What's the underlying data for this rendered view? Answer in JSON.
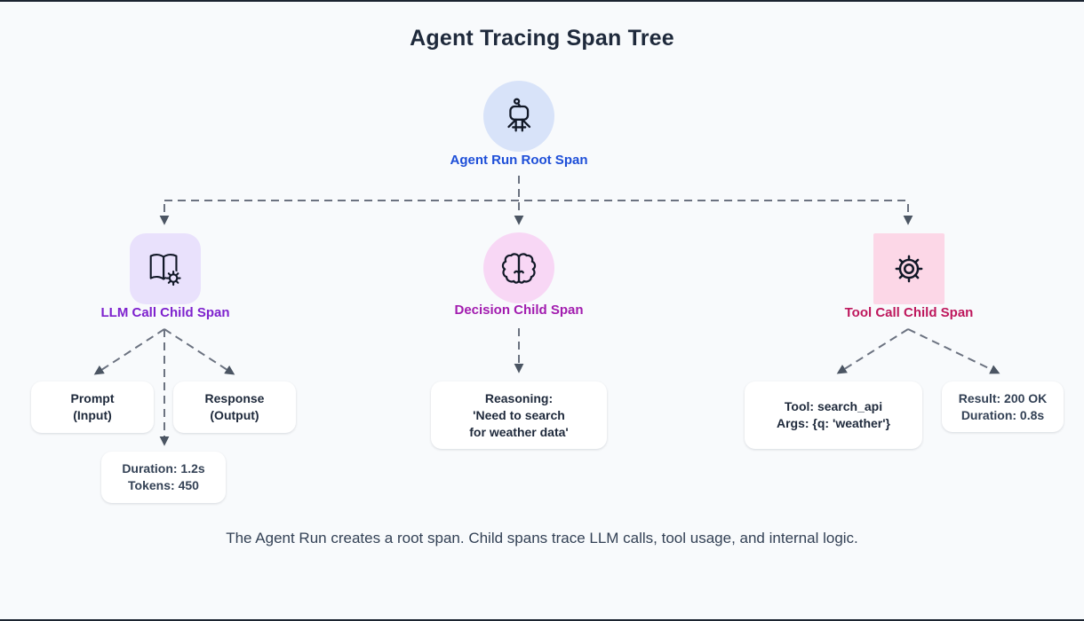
{
  "title": "Agent Tracing Span Tree",
  "caption": "The Agent Run creates a root span. Child spans trace LLM calls, tool usage, and internal logic.",
  "colors": {
    "background": "#f8fafc",
    "edge_line": "#1b2430",
    "title_text": "#1e293b",
    "caption_text": "#334155",
    "arrow": "#6b7280",
    "arrowhead": "#4b5563",
    "leaf_bg": "#ffffff",
    "leaf_text": "#1e293b",
    "metric_text": "#334155",
    "icon_stroke": "#111827"
  },
  "tree": {
    "root": {
      "label": "Agent Run Root Span",
      "icon": "robot-icon",
      "shape": "circle",
      "node_bg": "#d8e3f9",
      "label_color": "#1d4ed8"
    },
    "children": [
      {
        "label": "LLM Call Child Span",
        "icon": "book-gear-icon",
        "shape": "rounded-square",
        "node_bg": "#e9e1fc",
        "label_color": "#7e22ce",
        "leaves": [
          {
            "name": "prompt-input",
            "lines": [
              "Prompt",
              "(Input)"
            ]
          },
          {
            "name": "response-output",
            "lines": [
              "Response",
              "(Output)"
            ]
          },
          {
            "name": "llm-metrics",
            "lines": [
              "Duration: 1.2s",
              "Tokens: 450"
            ]
          }
        ]
      },
      {
        "label": "Decision Child Span",
        "icon": "brain-icon",
        "shape": "circle",
        "node_bg": "#f8d7f5",
        "label_color": "#a21caf",
        "leaves": [
          {
            "name": "reasoning",
            "lines": [
              "Reasoning:",
              "'Need to search",
              "for weather data'"
            ]
          }
        ]
      },
      {
        "label": "Tool Call Child Span",
        "icon": "gear-icon",
        "shape": "square",
        "node_bg": "#fcd7e7",
        "label_color": "#be185d",
        "leaves": [
          {
            "name": "tool-args",
            "lines": [
              "Tool: search_api",
              "Args: {q: 'weather'}"
            ]
          },
          {
            "name": "tool-result",
            "lines": [
              "Result: 200 OK",
              "Duration: 0.8s"
            ]
          }
        ]
      }
    ]
  }
}
